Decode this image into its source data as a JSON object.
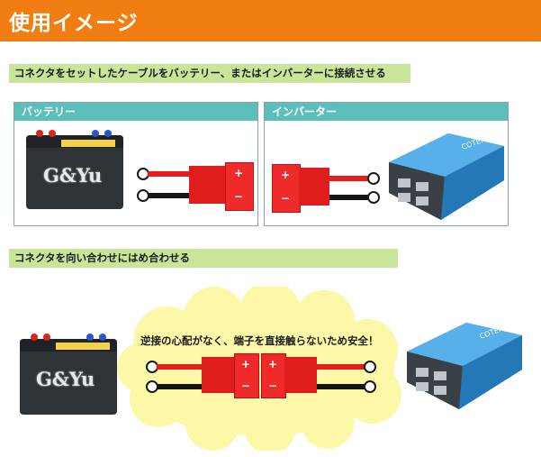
{
  "header": {
    "title": "使用イメージ"
  },
  "section1": {
    "label": "コネクタをセットしたケーブルをバッテリー、またはインバーターに接続させる"
  },
  "section2": {
    "label": "コネクタを向い合わせにはめ合わせる"
  },
  "panels": {
    "battery": {
      "title": "バッテリー"
    },
    "inverter": {
      "title": "インバーター"
    }
  },
  "battery": {
    "logo": "G&Yu"
  },
  "connector": {
    "plus": "+",
    "minus": "−"
  },
  "inverter": {
    "brand": "COTEK"
  },
  "cloud": {
    "message": "逆接の心配がなく、端子を直接触らないため安全！"
  },
  "colors": {
    "header": "#f07e12",
    "section": "#c9e59a",
    "panel_header": "#5cbfbc",
    "cloud": "#fdf7a8",
    "connector": "#e01d1d",
    "inverter": "#2f8bd0"
  }
}
